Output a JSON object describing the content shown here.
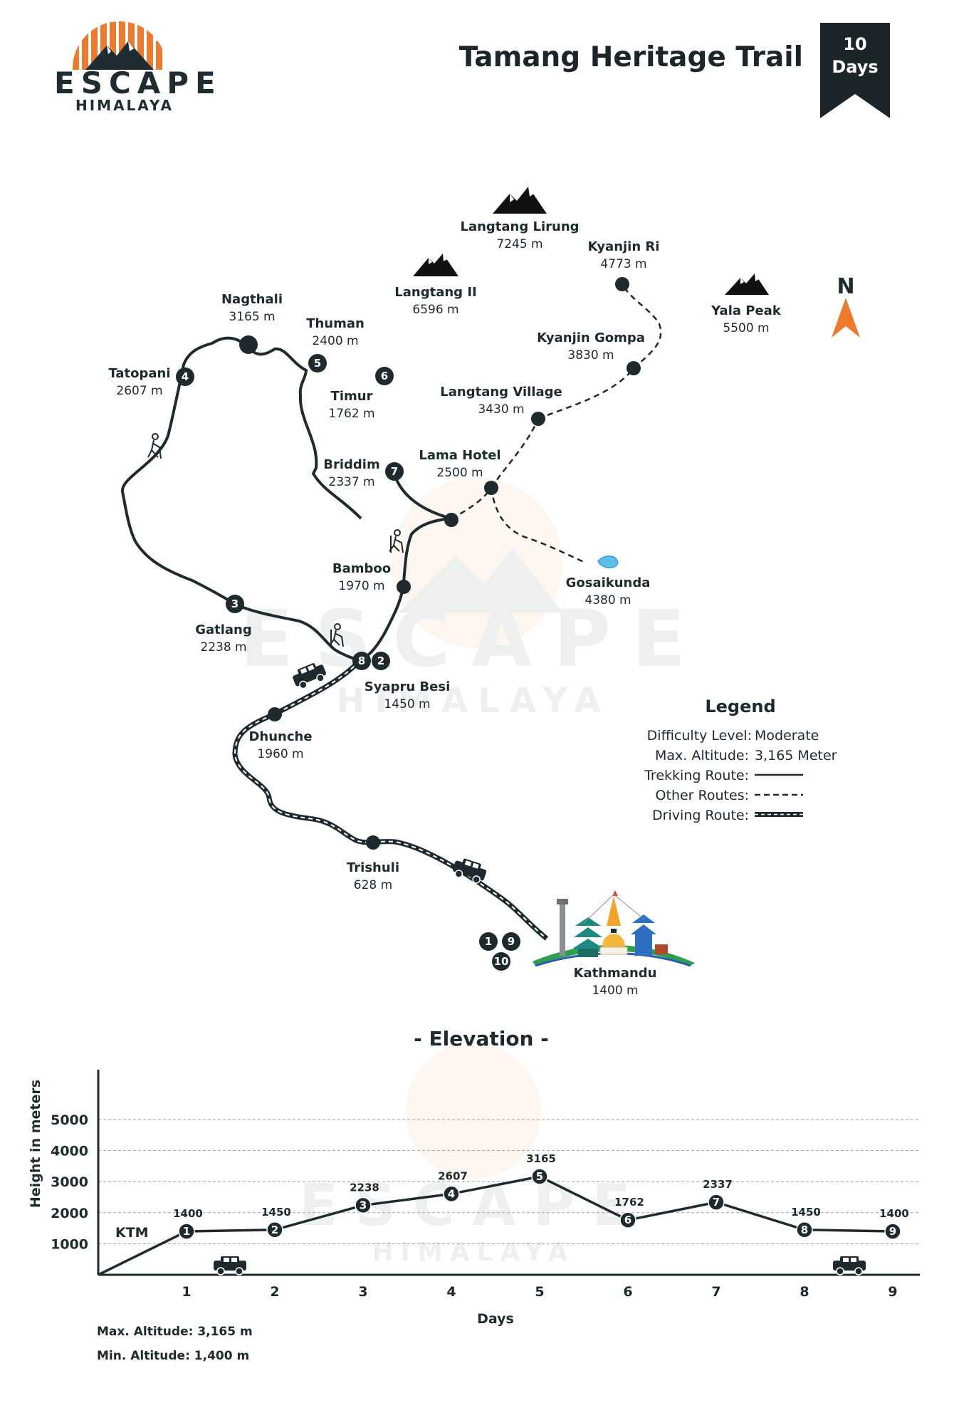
{
  "brand": {
    "name": "ESCAPE",
    "sub": "HIMALAYA",
    "color": "#ee7a2d"
  },
  "header": {
    "title": "Tamang Heritage Trail",
    "days_number": "10",
    "days_word": "Days",
    "badge_color": "#1c262a"
  },
  "compass": {
    "letter": "N",
    "color": "#ee7a2d"
  },
  "places": {
    "nagthali": {
      "name": "Nagthali",
      "alt": "3165 m"
    },
    "thuman": {
      "name": "Thuman",
      "alt": "2400 m"
    },
    "tatopani": {
      "name": "Tatopani",
      "alt": "2607 m"
    },
    "timur": {
      "name": "Timur",
      "alt": "1762 m"
    },
    "briddim": {
      "name": "Briddim",
      "alt": "2337 m"
    },
    "lama_hotel": {
      "name": "Lama Hotel",
      "alt": "2500 m"
    },
    "langtang_village": {
      "name": "Langtang Village",
      "alt": "3430 m"
    },
    "kyanjin_gompa": {
      "name": "Kyanjin Gompa",
      "alt": "3830 m"
    },
    "kyanjin_ri": {
      "name": "Kyanjin Ri",
      "alt": "4773 m"
    },
    "langtang_lirung": {
      "name": "Langtang Lirung",
      "alt": "7245 m"
    },
    "langtang_ii": {
      "name": "Langtang II",
      "alt": "6596 m"
    },
    "yala_peak": {
      "name": "Yala Peak",
      "alt": "5500 m"
    },
    "gosaikunda": {
      "name": "Gosaikunda",
      "alt": "4380 m"
    },
    "bamboo": {
      "name": "Bamboo",
      "alt": "1970 m"
    },
    "gatlang": {
      "name": "Gatlang",
      "alt": "2238 m"
    },
    "syapru_besi": {
      "name": "Syapru Besi",
      "alt": "1450 m"
    },
    "dhunche": {
      "name": "Dhunche",
      "alt": "1960 m"
    },
    "trishuli": {
      "name": "Trishuli",
      "alt": "628 m"
    },
    "kathmandu": {
      "name": "Kathmandu",
      "alt": "1400 m"
    }
  },
  "stops": {
    "s1": "1",
    "s2": "2",
    "s3": "3",
    "s4": "4",
    "s5": "5",
    "s6": "6",
    "s7": "7",
    "s8": "8",
    "s9": "9",
    "s10": "10"
  },
  "legend": {
    "title": "Legend",
    "difficulty_label": "Difficulty Level:",
    "difficulty_value": "Moderate",
    "altitude_label": "Max. Altitude:",
    "altitude_value": "3,165 Meter",
    "trekking_label": "Trekking Route:",
    "other_label": "Other Routes:",
    "driving_label": "Driving Route:"
  },
  "chart_data": {
    "type": "line",
    "title": "- Elevation -",
    "ylabel": "Height in meters",
    "xlabel": "Days",
    "ylim": [
      0,
      5000
    ],
    "yticks": [
      1000,
      2000,
      3000,
      4000,
      5000
    ],
    "x": [
      1,
      2,
      3,
      4,
      5,
      6,
      7,
      8,
      9
    ],
    "start_label": "KTM",
    "start_value": 0,
    "values": [
      1400,
      1450,
      2238,
      2607,
      3165,
      1762,
      2337,
      1450,
      1400
    ],
    "grid": true
  },
  "footer": {
    "max_alt": "Max. Altitude: 3,165 m",
    "min_alt": "Min. Altitude: 1,400 m"
  }
}
